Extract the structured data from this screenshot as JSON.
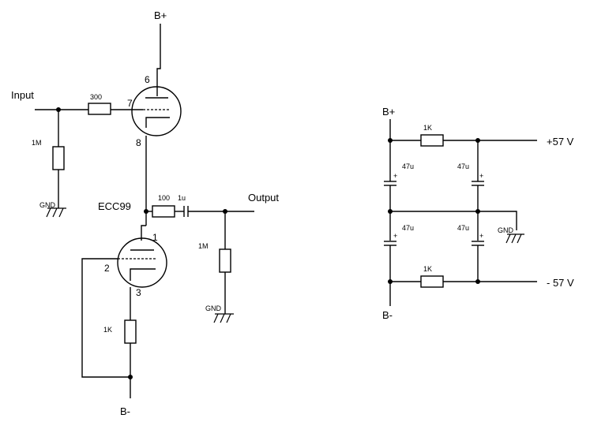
{
  "left_circuit": {
    "input_label": "Input",
    "output_label": "Output",
    "tube_label": "ECC99",
    "supply_top": "B+",
    "supply_bottom": "B-",
    "r_input_series": "300",
    "r_grid_leak": "1M",
    "r_output_series": "100",
    "c_output": "1u",
    "r_load": "1M",
    "r_cathode": "1K",
    "gnd_left": "GND",
    "gnd_output": "GND",
    "pins": {
      "p6": "6",
      "p7": "7",
      "p8": "8",
      "p1": "1",
      "p2": "2",
      "p3": "3"
    }
  },
  "right_circuit": {
    "supply_top": "B+",
    "supply_bottom": "B-",
    "r_top": "1K",
    "r_bottom": "1K",
    "c1": "47u",
    "c2": "47u",
    "c3": "47u",
    "c4": "47u",
    "plus": "+",
    "gnd": "GND",
    "out_pos": "+57 V",
    "out_neg": "- 57 V"
  }
}
